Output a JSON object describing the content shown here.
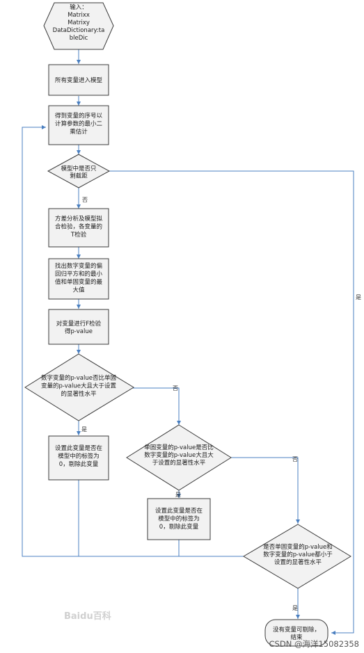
{
  "nodes": {
    "start": [
      "输入：",
      "Matrixx",
      "Matrixy",
      "DataDictionary:ta",
      "bleDic"
    ],
    "all_vars_enter": [
      "所有变量进入模型"
    ],
    "get_sequence": [
      "得到变量的序号以",
      "计算参数的最小二",
      "乘估计"
    ],
    "decision_only_intercept": [
      "模型中是否只",
      "剩截距"
    ],
    "anova_t_test": [
      "方差分析及模型拟",
      "合检验，各变量的",
      "T检验"
    ],
    "find_min_max": [
      "找出数字变量的偏",
      "回归平方和的最小",
      "值和单固变量的最",
      "大值"
    ],
    "f_test": [
      "对变量进行F检验",
      "得p-value"
    ],
    "decision_numeric_p": [
      "数字变量的p-value否比单固",
      "变量的p-value大且大于设置",
      "的显著性水平"
    ],
    "remove_numeric": [
      "设置此变量是否在",
      "模型中的标签为",
      "0，剔除此变量"
    ],
    "decision_categorical_p": [
      "单固变量的p-value是否比",
      "数字变量的p-value大且大",
      "于设置的显著性水平"
    ],
    "remove_categorical": [
      "设置此变量是否在",
      "模型中的标签为",
      "0，剔除此变量"
    ],
    "decision_both_p": [
      "是否单固变量的p-value和",
      "数字变量的p-value都小于",
      "设置的显著性水平"
    ],
    "end": [
      "没有变量可剔除，",
      "结束"
    ]
  },
  "edge_labels": {
    "no": "否",
    "yes": "是"
  },
  "watermark": "Baidu百科",
  "footer": "CSDN @海洋15082358",
  "colors": {
    "node_fill": "#f2f2f2",
    "node_stroke": "#3a3a3a",
    "arrow": "#4a7fc0"
  }
}
